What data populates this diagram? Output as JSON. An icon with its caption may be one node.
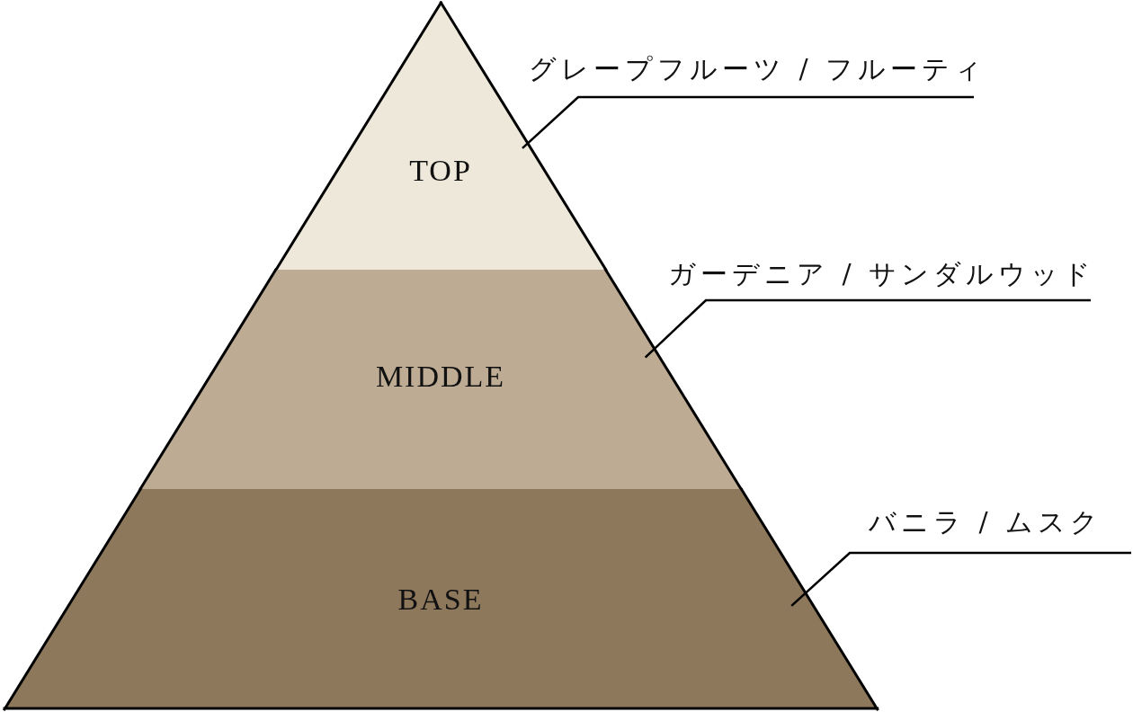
{
  "diagram": {
    "nodes": [
      {
        "text": [
          "TOP"
        ]
      },
      {
        "text": [
          "MIDDLE"
        ]
      },
      {
        "text": [
          "BASE"
        ]
      },
      {
        "text": [
          "グレープフルーツ / フルーティ"
        ]
      },
      {
        "text": [
          "ガーデニア / サンダルウッド"
        ]
      },
      {
        "text": [
          "バニラ / ムスク"
        ]
      }
    ],
    "edges": [
      {
        "from": 3,
        "to": 0,
        "arrow": "none"
      },
      {
        "from": 4,
        "to": 1,
        "arrow": "none"
      },
      {
        "from": 5,
        "to": 2,
        "arrow": "none"
      }
    ]
  }
}
